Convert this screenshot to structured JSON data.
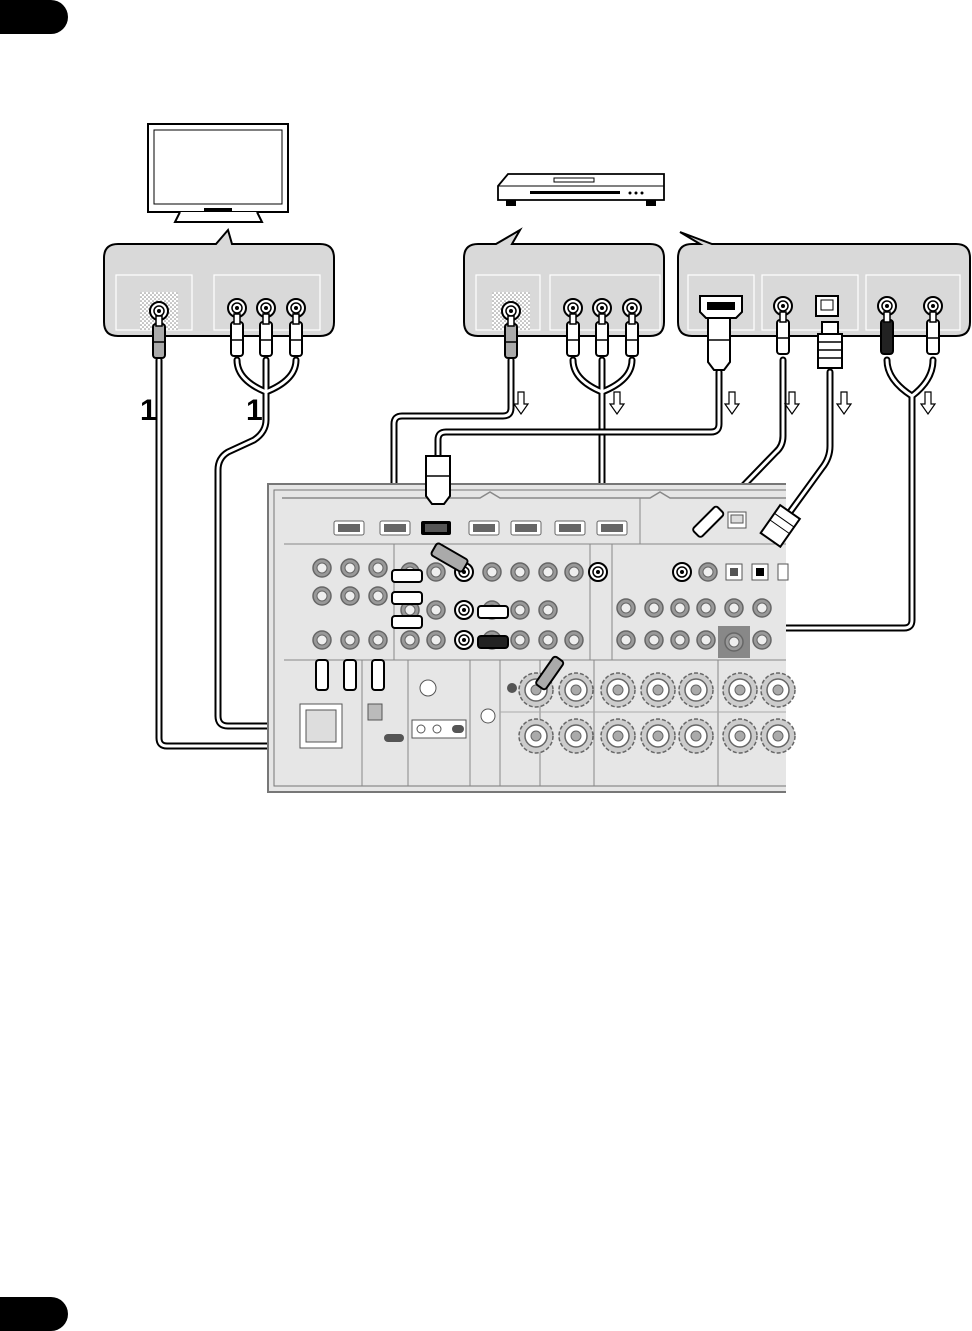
{
  "diagram": {
    "step_marks": [
      "1",
      "1"
    ],
    "colors": {
      "cable": "#1a1a1a",
      "panel_grey": "#d9d9d9",
      "shade": "#a8a8a8"
    },
    "icons": [
      "tv-icon",
      "bd-player-icon",
      "av-receiver-rear-panel",
      "hdmi-plug-icon",
      "rca-plug-icon",
      "optical-plug-icon",
      "signal-direction-arrow-icon"
    ]
  }
}
